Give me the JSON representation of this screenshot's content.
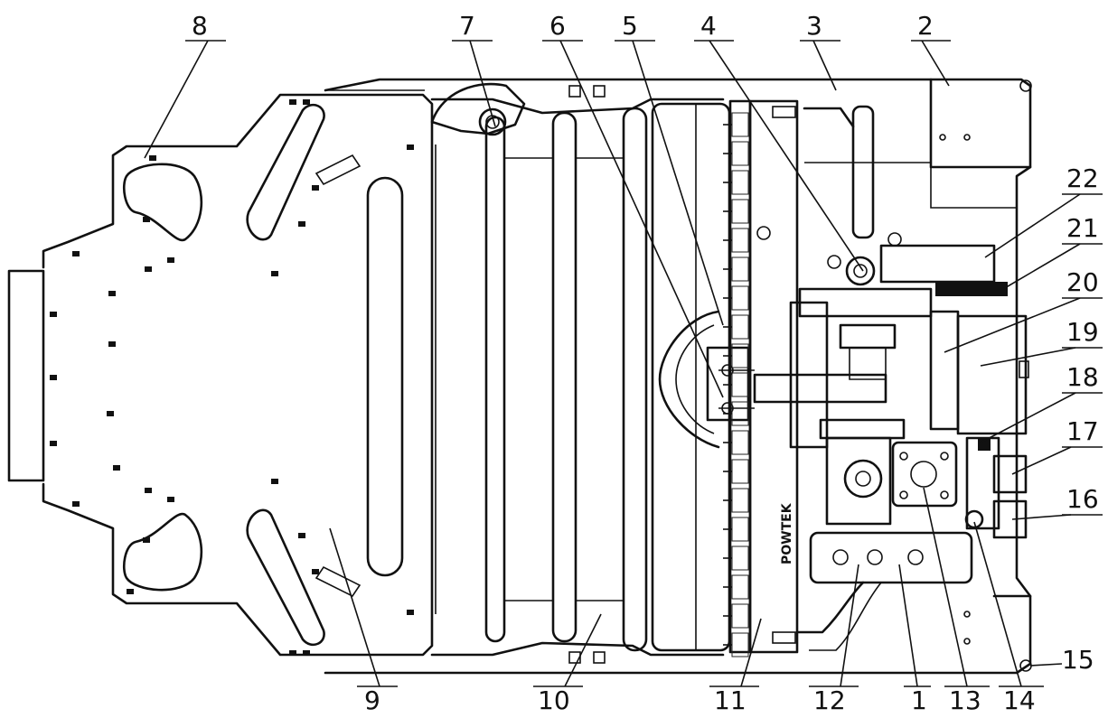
{
  "brand_mark": "POWTEK",
  "callouts": [
    {
      "id": "1",
      "text": "1"
    },
    {
      "id": "2",
      "text": "2"
    },
    {
      "id": "3",
      "text": "3"
    },
    {
      "id": "4",
      "text": "4"
    },
    {
      "id": "5",
      "text": "5"
    },
    {
      "id": "6",
      "text": "6"
    },
    {
      "id": "7",
      "text": "7"
    },
    {
      "id": "8",
      "text": "8"
    },
    {
      "id": "9",
      "text": "9"
    },
    {
      "id": "10",
      "text": "10"
    },
    {
      "id": "11",
      "text": "11"
    },
    {
      "id": "12",
      "text": "12"
    },
    {
      "id": "13",
      "text": "13"
    },
    {
      "id": "14",
      "text": "14"
    },
    {
      "id": "15",
      "text": "15"
    },
    {
      "id": "16",
      "text": "16"
    },
    {
      "id": "17",
      "text": "17"
    },
    {
      "id": "18",
      "text": "18"
    },
    {
      "id": "19",
      "text": "19"
    },
    {
      "id": "20",
      "text": "20"
    },
    {
      "id": "21",
      "text": "21"
    },
    {
      "id": "22",
      "text": "22"
    }
  ]
}
